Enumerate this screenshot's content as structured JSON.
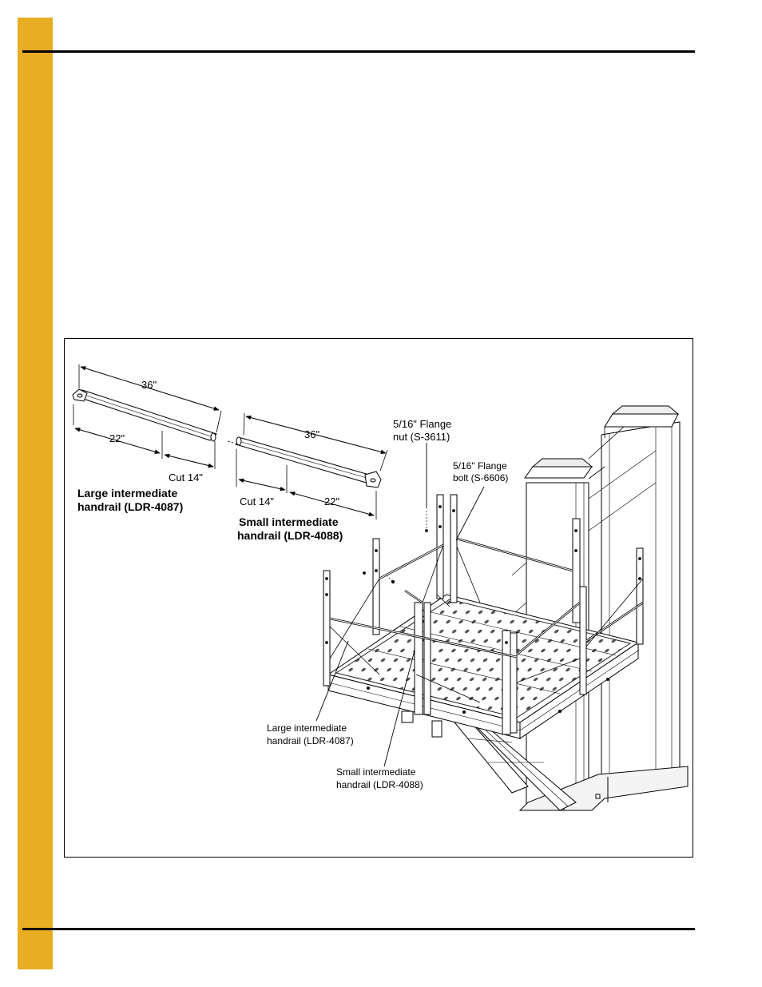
{
  "page": {
    "accent_color": "#e8ad22"
  },
  "figure": {
    "large_rail": {
      "length_label": "36\"",
      "segment_label": "22\"",
      "cut_label": "Cut 14\"",
      "title_line1": "Large intermediate",
      "title_line2": "handrail (LDR-4087)"
    },
    "small_rail": {
      "length_label": "36\"",
      "cut_label": "Cut 14\"",
      "segment_label": "22\"",
      "title_line1": "Small intermediate",
      "title_line2": "handrail (LDR-4088)"
    },
    "callouts": {
      "flange_nut_line1": "5/16\" Flange",
      "flange_nut_line2": "nut (S-3611)",
      "flange_bolt_line1": "5/16\" Flange",
      "flange_bolt_line2": "bolt (S-6606)",
      "large_rail_line1": "Large intermediate",
      "large_rail_line2": "handrail (LDR-4087)",
      "small_rail_line1": "Small intermediate",
      "small_rail_line2": "handrail (LDR-4088)"
    }
  }
}
